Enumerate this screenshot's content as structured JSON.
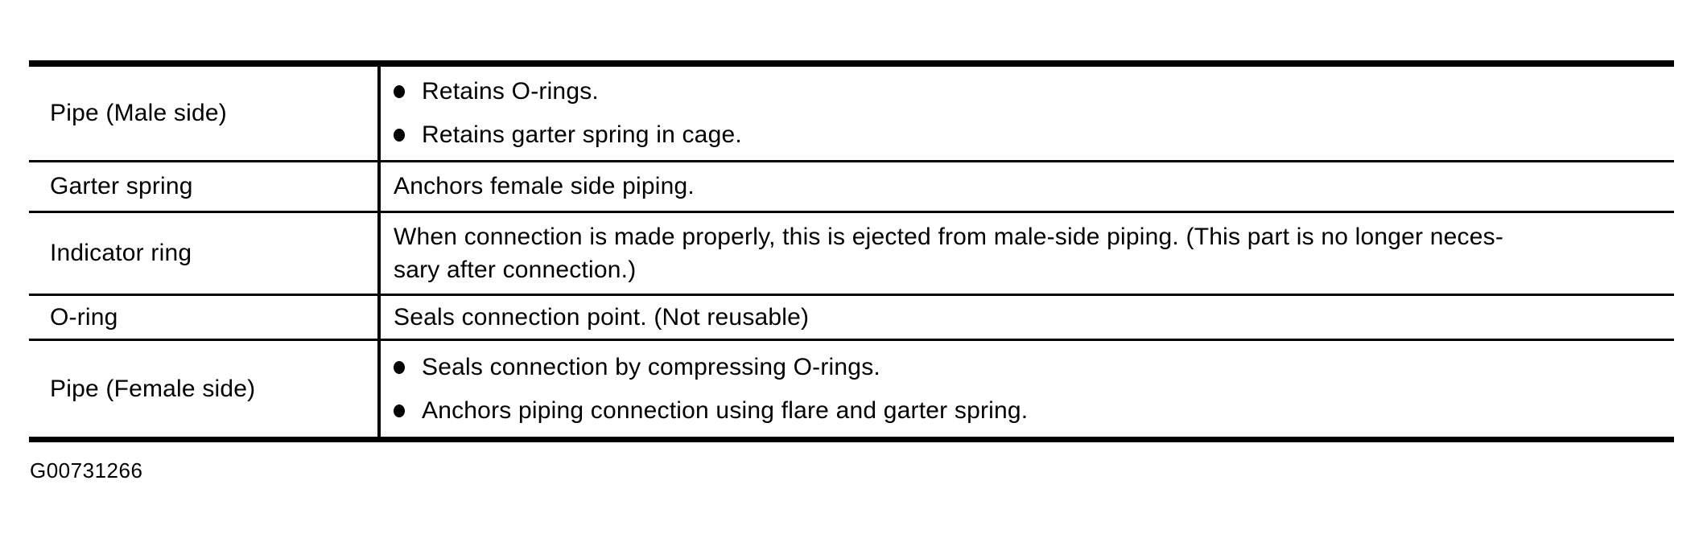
{
  "figure_id": "G00731266",
  "table": {
    "rows": [
      {
        "part": "Pipe (Male side)",
        "bulleted": true,
        "lines": [
          "Retains O-rings.",
          "Retains garter spring in cage."
        ]
      },
      {
        "part": "Garter spring",
        "bulleted": false,
        "lines": [
          "Anchors female side piping."
        ]
      },
      {
        "part": "Indicator ring",
        "bulleted": false,
        "lines": [
          "When connection is made properly, this is ejected from male-side piping. (This part is no longer neces-",
          "sary after connection.)"
        ]
      },
      {
        "part": "O-ring",
        "bulleted": false,
        "lines": [
          "Seals connection point. (Not reusable)"
        ]
      },
      {
        "part": "Pipe (Female side)",
        "bulleted": true,
        "lines": [
          "Seals connection by compressing O-rings.",
          "Anchors piping connection using flare and garter spring."
        ]
      }
    ]
  },
  "colors": {
    "ink": "#000000",
    "paper": "#ffffff"
  }
}
